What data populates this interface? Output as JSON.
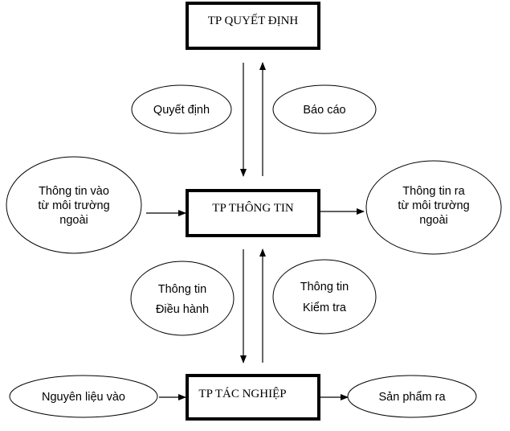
{
  "boxes": {
    "decision": "TP QUYẾT ĐỊNH",
    "information": "TP THÔNG TIN",
    "operations": "TP TÁC NGHIỆP"
  },
  "ellipses": {
    "decision_flow": [
      "Quyết định"
    ],
    "report_flow": [
      "Báo cáo"
    ],
    "info_in": [
      "Thông tin vào",
      "từ môi trường",
      "ngoài"
    ],
    "info_out": [
      "Thông tin ra",
      "từ môi trường",
      "ngoài"
    ],
    "control_info": [
      "Thông tin",
      "Điều hành"
    ],
    "check_info": [
      "Thông tin",
      "Kiểm tra"
    ],
    "material_in": [
      "Nguyên liệu vào"
    ],
    "product_out": [
      "Sản phẩm ra"
    ]
  }
}
